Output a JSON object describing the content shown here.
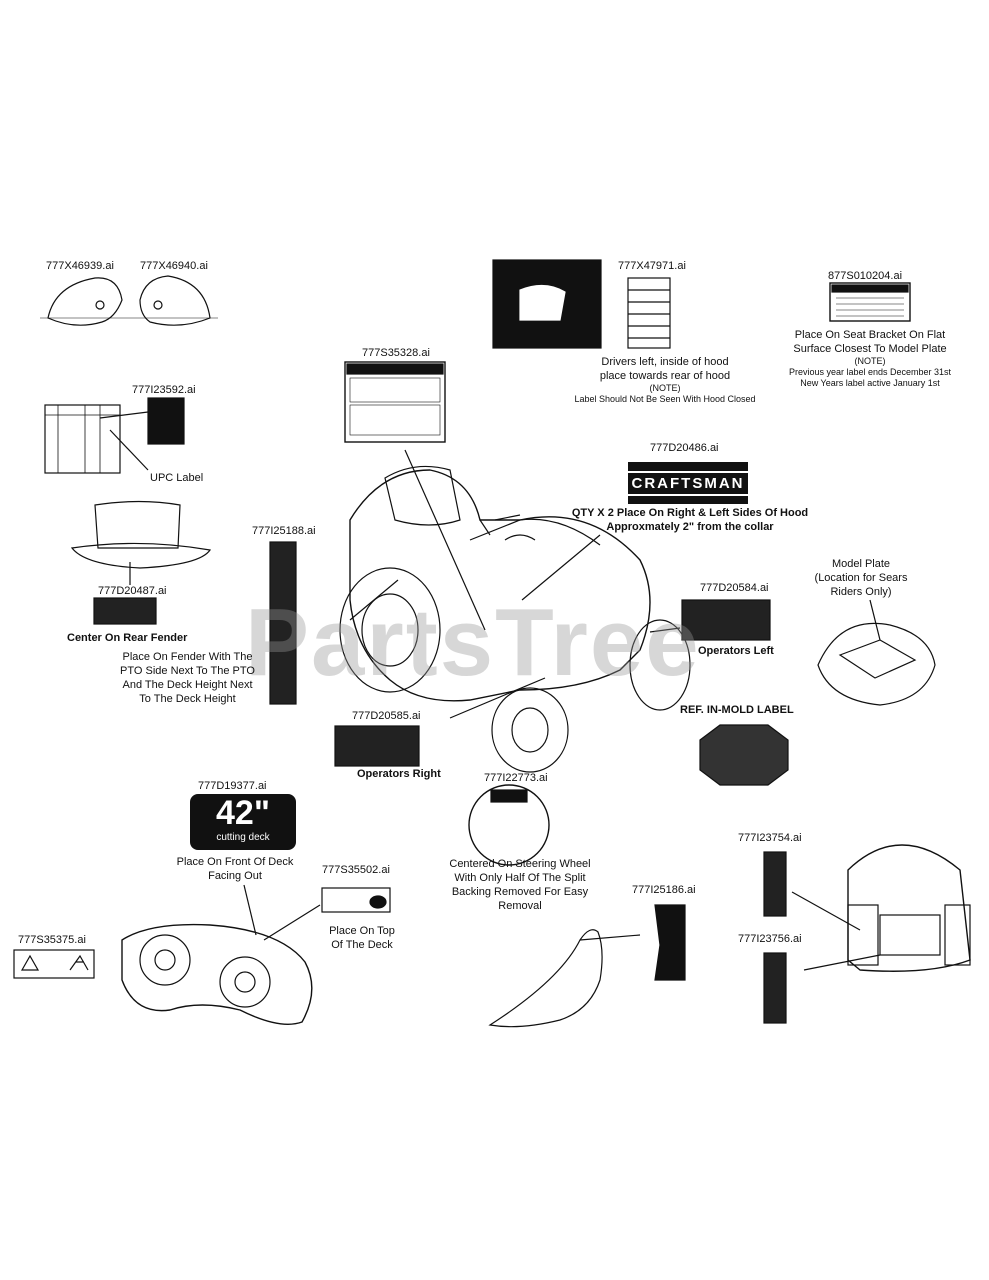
{
  "watermark": "PartsTree",
  "parts": {
    "p1": {
      "num": "777X46939.ai"
    },
    "p2": {
      "num": "777X46940.ai"
    },
    "p3": {
      "num": "777X47971.ai",
      "caption1": "Drivers left, inside of hood",
      "caption2": "place towards rear of hood",
      "note": "(NOTE)",
      "note2": "Label Should Not Be Seen With Hood Closed"
    },
    "p4": {
      "num": "877S010204.ai",
      "caption1": "Place On Seat Bracket On Flat",
      "caption2": "Surface Closest To Model Plate",
      "note": "(NOTE)",
      "note2": "Previous year label ends December 31st",
      "note3": "New Years label active January 1st"
    },
    "p5": {
      "num": "777S35328.ai"
    },
    "p6": {
      "num": "777I23592.ai",
      "callout": "UPC Label"
    },
    "p7": {
      "num": "777D20486.ai",
      "logo": "CRAFTSMAN",
      "caption1": "QTY X 2 Place On Right & Left Sides Of Hood",
      "caption2": "Approxmately 2\" from the collar"
    },
    "p8": {
      "num": "777I25188.ai",
      "caption1": "Place On Fender With The",
      "caption2": "PTO Side Next To The PTO",
      "caption3": "And The Deck Height Next",
      "caption4": "To The Deck Height"
    },
    "p9": {
      "num": "777D20487.ai",
      "caption": "Center On Rear Fender"
    },
    "p10": {
      "num": "777D20584.ai",
      "caption": "Operators Left"
    },
    "p11": {
      "caption1": "Model Plate",
      "caption2": "(Location for Sears",
      "caption3": "Riders Only)"
    },
    "p12": {
      "num": "777D20585.ai",
      "caption": "Operators Right"
    },
    "p13": {
      "caption": "REF. IN-MOLD LABEL"
    },
    "p14": {
      "num": "777D19377.ai",
      "big": "42\"",
      "small": "cutting deck",
      "caption1": "Place On Front Of Deck",
      "caption2": "Facing Out"
    },
    "p15": {
      "num": "777I22773.ai",
      "caption1": "Centered On Steering Wheel",
      "caption2": "With Only Half Of The Split",
      "caption3": "Backing Removed For Easy",
      "caption4": "Removal"
    },
    "p16": {
      "num": "777S35502.ai",
      "caption1": "Place On Top",
      "caption2": "Of The Deck"
    },
    "p17": {
      "num": "777S35375.ai"
    },
    "p18": {
      "num": "777I25186.ai"
    },
    "p19": {
      "num": "777I23754.ai"
    },
    "p20": {
      "num": "777I23756.ai"
    }
  }
}
